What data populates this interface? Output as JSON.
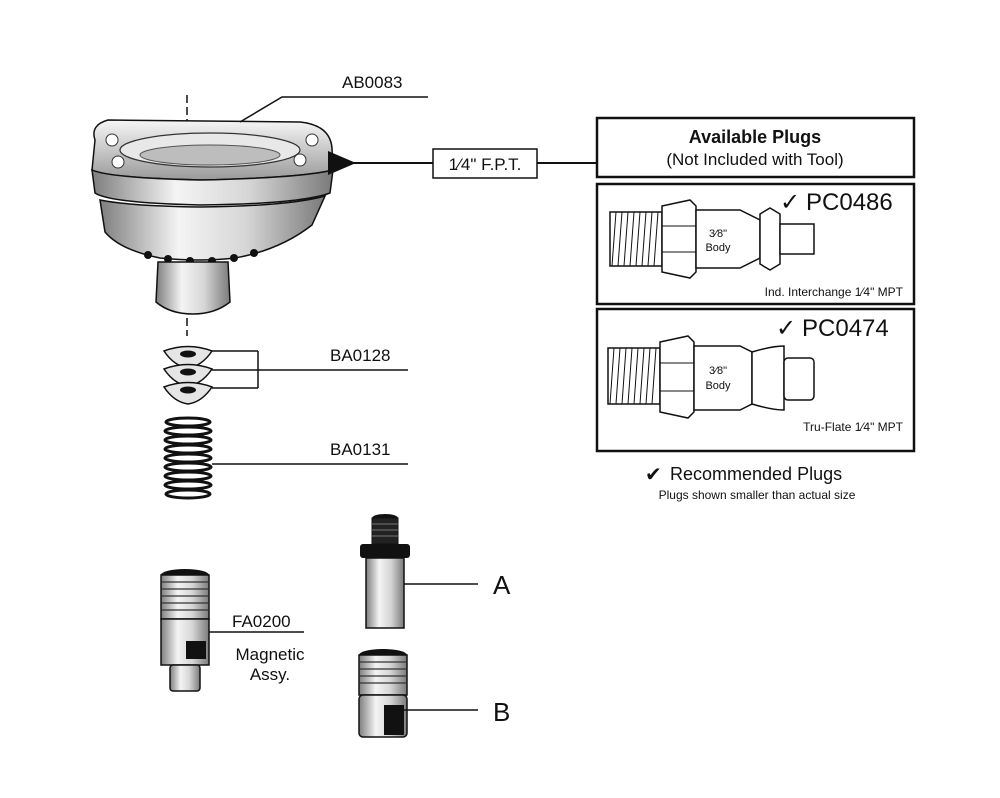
{
  "parts": {
    "housing": "AB0083",
    "pellets": "BA0128",
    "spring": "BA0131",
    "magnetic_part": "FA0200",
    "magnetic_desc_line1": "Magnetic",
    "magnetic_desc_line2": "Assy.",
    "item_a": "A",
    "item_b": "B"
  },
  "inlet": {
    "label": "1⁄4\" F.P.T."
  },
  "plugs_panel": {
    "title": "Available Plugs",
    "subtitle": "(Not Included with Tool)",
    "plugs": [
      {
        "check": "✓",
        "part": "PC0486",
        "body_line1": "3⁄8\"",
        "body_line2": "Body",
        "caption": "Ind. Interchange 1⁄4\" MPT"
      },
      {
        "check": "✓",
        "part": "PC0474",
        "body_line1": "3⁄8\"",
        "body_line2": "Body",
        "caption": "Tru-Flate 1⁄4\" MPT"
      }
    ],
    "recommended_check": "✔",
    "recommended": "Recommended Plugs",
    "note": "Plugs shown smaller than actual size"
  },
  "colors": {
    "ink": "#111111",
    "metal_light": "#f2f2f2",
    "metal_mid": "#c8c8c8",
    "metal_dark": "#8a8a8a"
  }
}
